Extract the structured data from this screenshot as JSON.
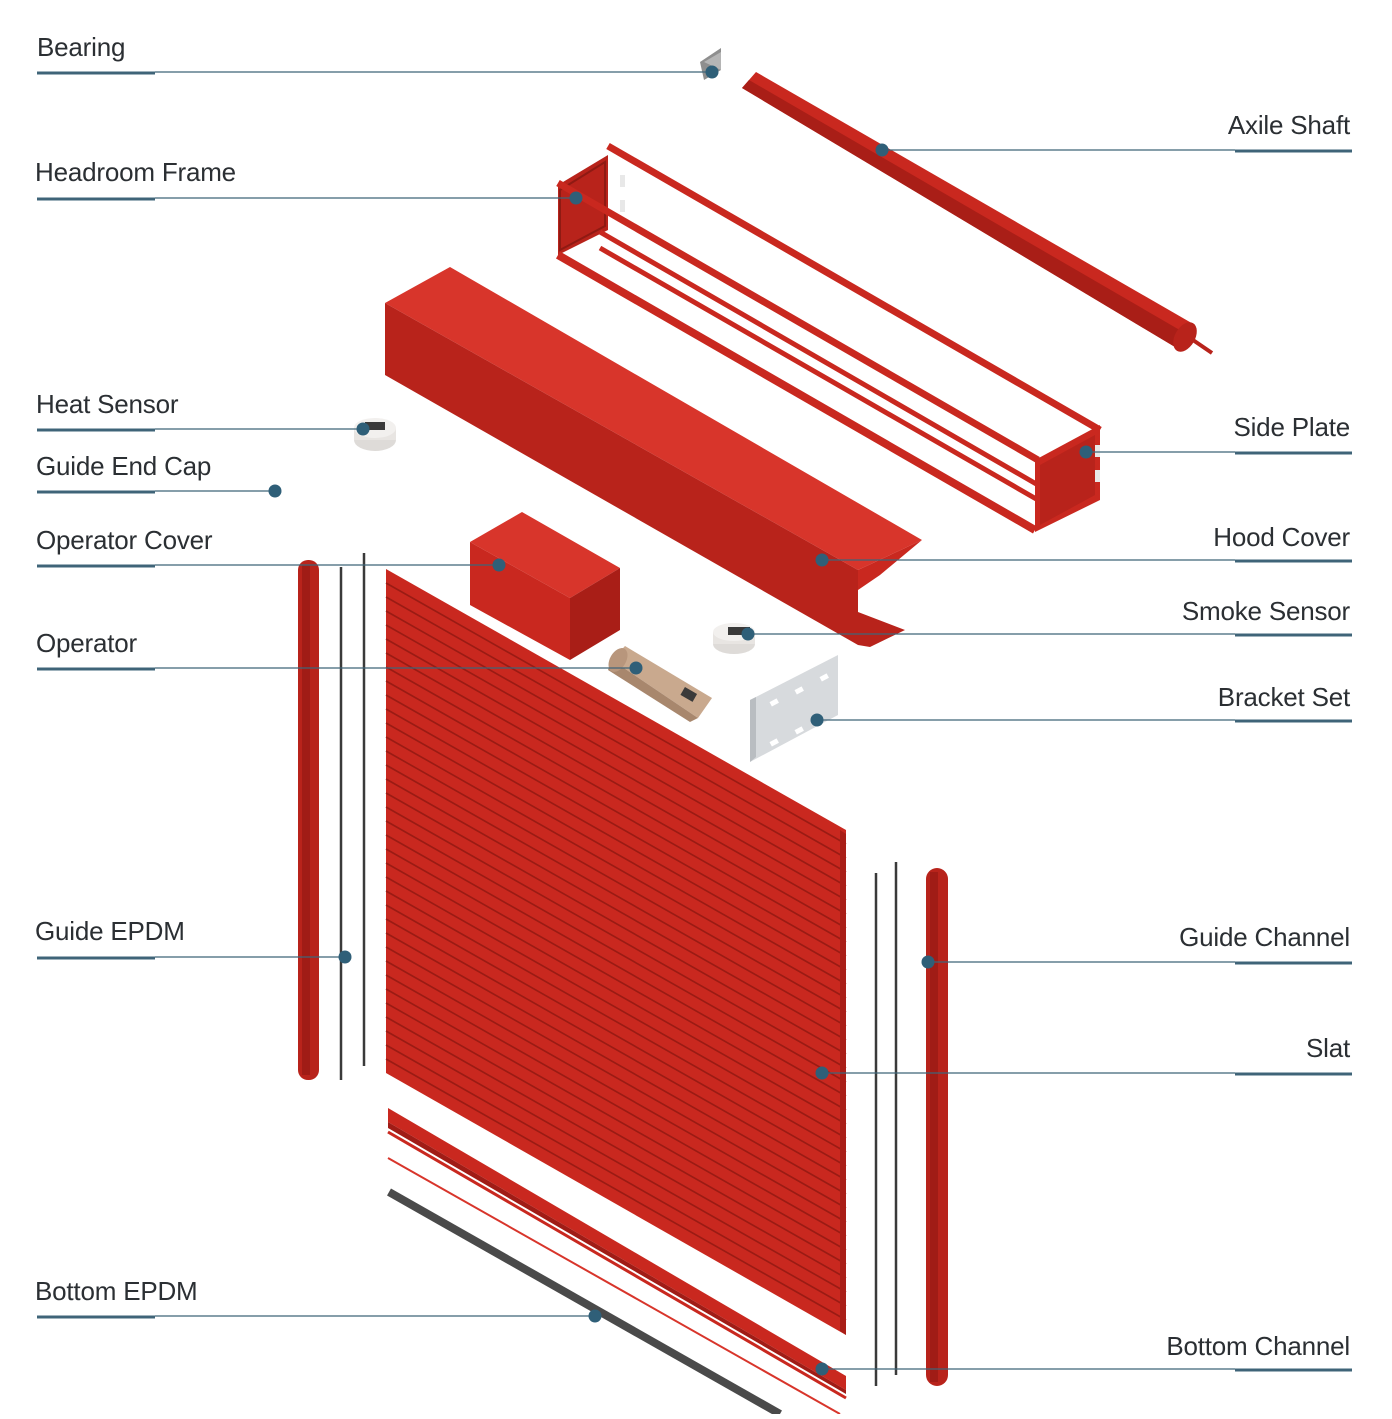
{
  "colors": {
    "part_red": "#c9281f",
    "part_red_dark": "#a91e17",
    "part_red_light": "#d8352b",
    "leader": "#3f6478",
    "dot": "#2f5f78",
    "underline": "#3f6478",
    "label_text": "#2b2f33",
    "rubber": "#4a4a4a",
    "sensor": "#e8e5e2",
    "operator_tan": "#c9a98e",
    "bracket": "#d7dadd"
  },
  "labels_left": [
    {
      "id": "bearing",
      "text": "Bearing"
    },
    {
      "id": "headroom-frame",
      "text": "Headroom Frame"
    },
    {
      "id": "heat-sensor",
      "text": "Heat Sensor"
    },
    {
      "id": "guide-end-cap",
      "text": "Guide End Cap"
    },
    {
      "id": "operator-cover",
      "text": "Operator Cover"
    },
    {
      "id": "operator",
      "text": "Operator"
    },
    {
      "id": "guide-epdm",
      "text": "Guide EPDM"
    },
    {
      "id": "bottom-epdm",
      "text": "Bottom EPDM"
    }
  ],
  "labels_right": [
    {
      "id": "axile-shaft",
      "text": "Axile Shaft"
    },
    {
      "id": "side-plate",
      "text": "Side Plate"
    },
    {
      "id": "hood-cover",
      "text": "Hood Cover"
    },
    {
      "id": "smoke-sensor",
      "text": "Smoke Sensor"
    },
    {
      "id": "bracket-set",
      "text": "Bracket Set"
    },
    {
      "id": "guide-channel",
      "text": "Guide Channel"
    },
    {
      "id": "slat",
      "text": "Slat"
    },
    {
      "id": "bottom-channel",
      "text": "Bottom Channel"
    }
  ]
}
